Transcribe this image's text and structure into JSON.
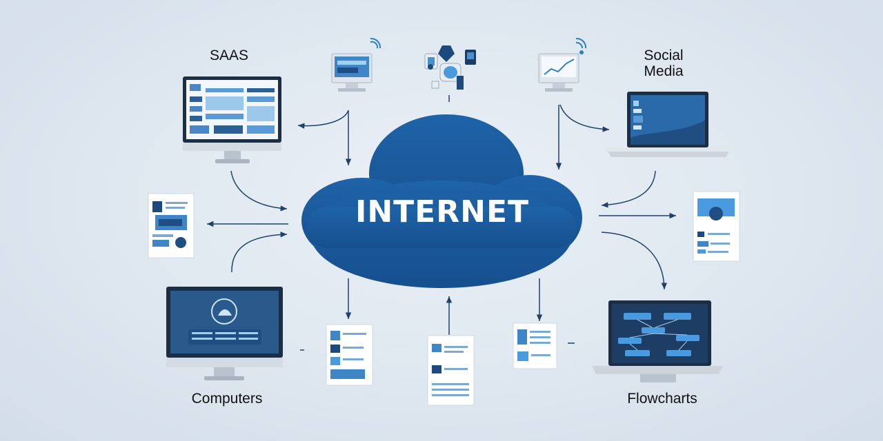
{
  "center": {
    "title": "INTERNET"
  },
  "labels": {
    "saas": "SAAS",
    "social_media": "Social\nMedia",
    "computers": "Computers",
    "flowcharts": "Flowcharts"
  },
  "colors": {
    "cloud": "#1a5a9e",
    "arrow": "#20406a",
    "device_frame": "#1c2e44",
    "screen": "#1f4f82",
    "background": "#dfe7ef"
  }
}
